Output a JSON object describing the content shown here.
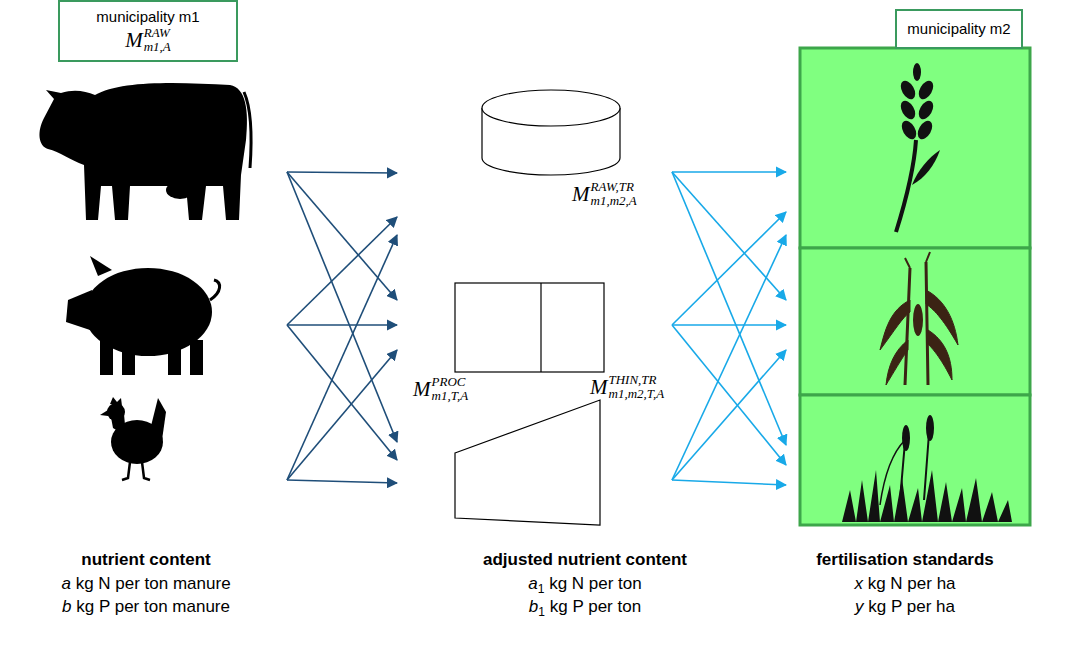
{
  "diagram": {
    "nodes": [
      {
        "text": [
          "municipality m1",
          "M",
          "RAW",
          "m1,A"
        ]
      },
      {
        "text": [
          "municipality m2"
        ]
      }
    ],
    "labels": [
      "M",
      "RAW,TR",
      "m1,m2,A",
      "M",
      "PROC",
      "m1,T,A",
      "M",
      "THIN,TR",
      "m1,m2,T,A",
      "nutrient content",
      "a",
      "kg N per ton manure",
      "b",
      "kg P per ton manure",
      "adjusted nutrient content",
      "a",
      "1",
      "kg N per ton",
      "b",
      "1",
      "kg P per ton",
      "fertilisation standards",
      "x",
      "kg N per ha",
      "y",
      "kg P per ha"
    ]
  }
}
